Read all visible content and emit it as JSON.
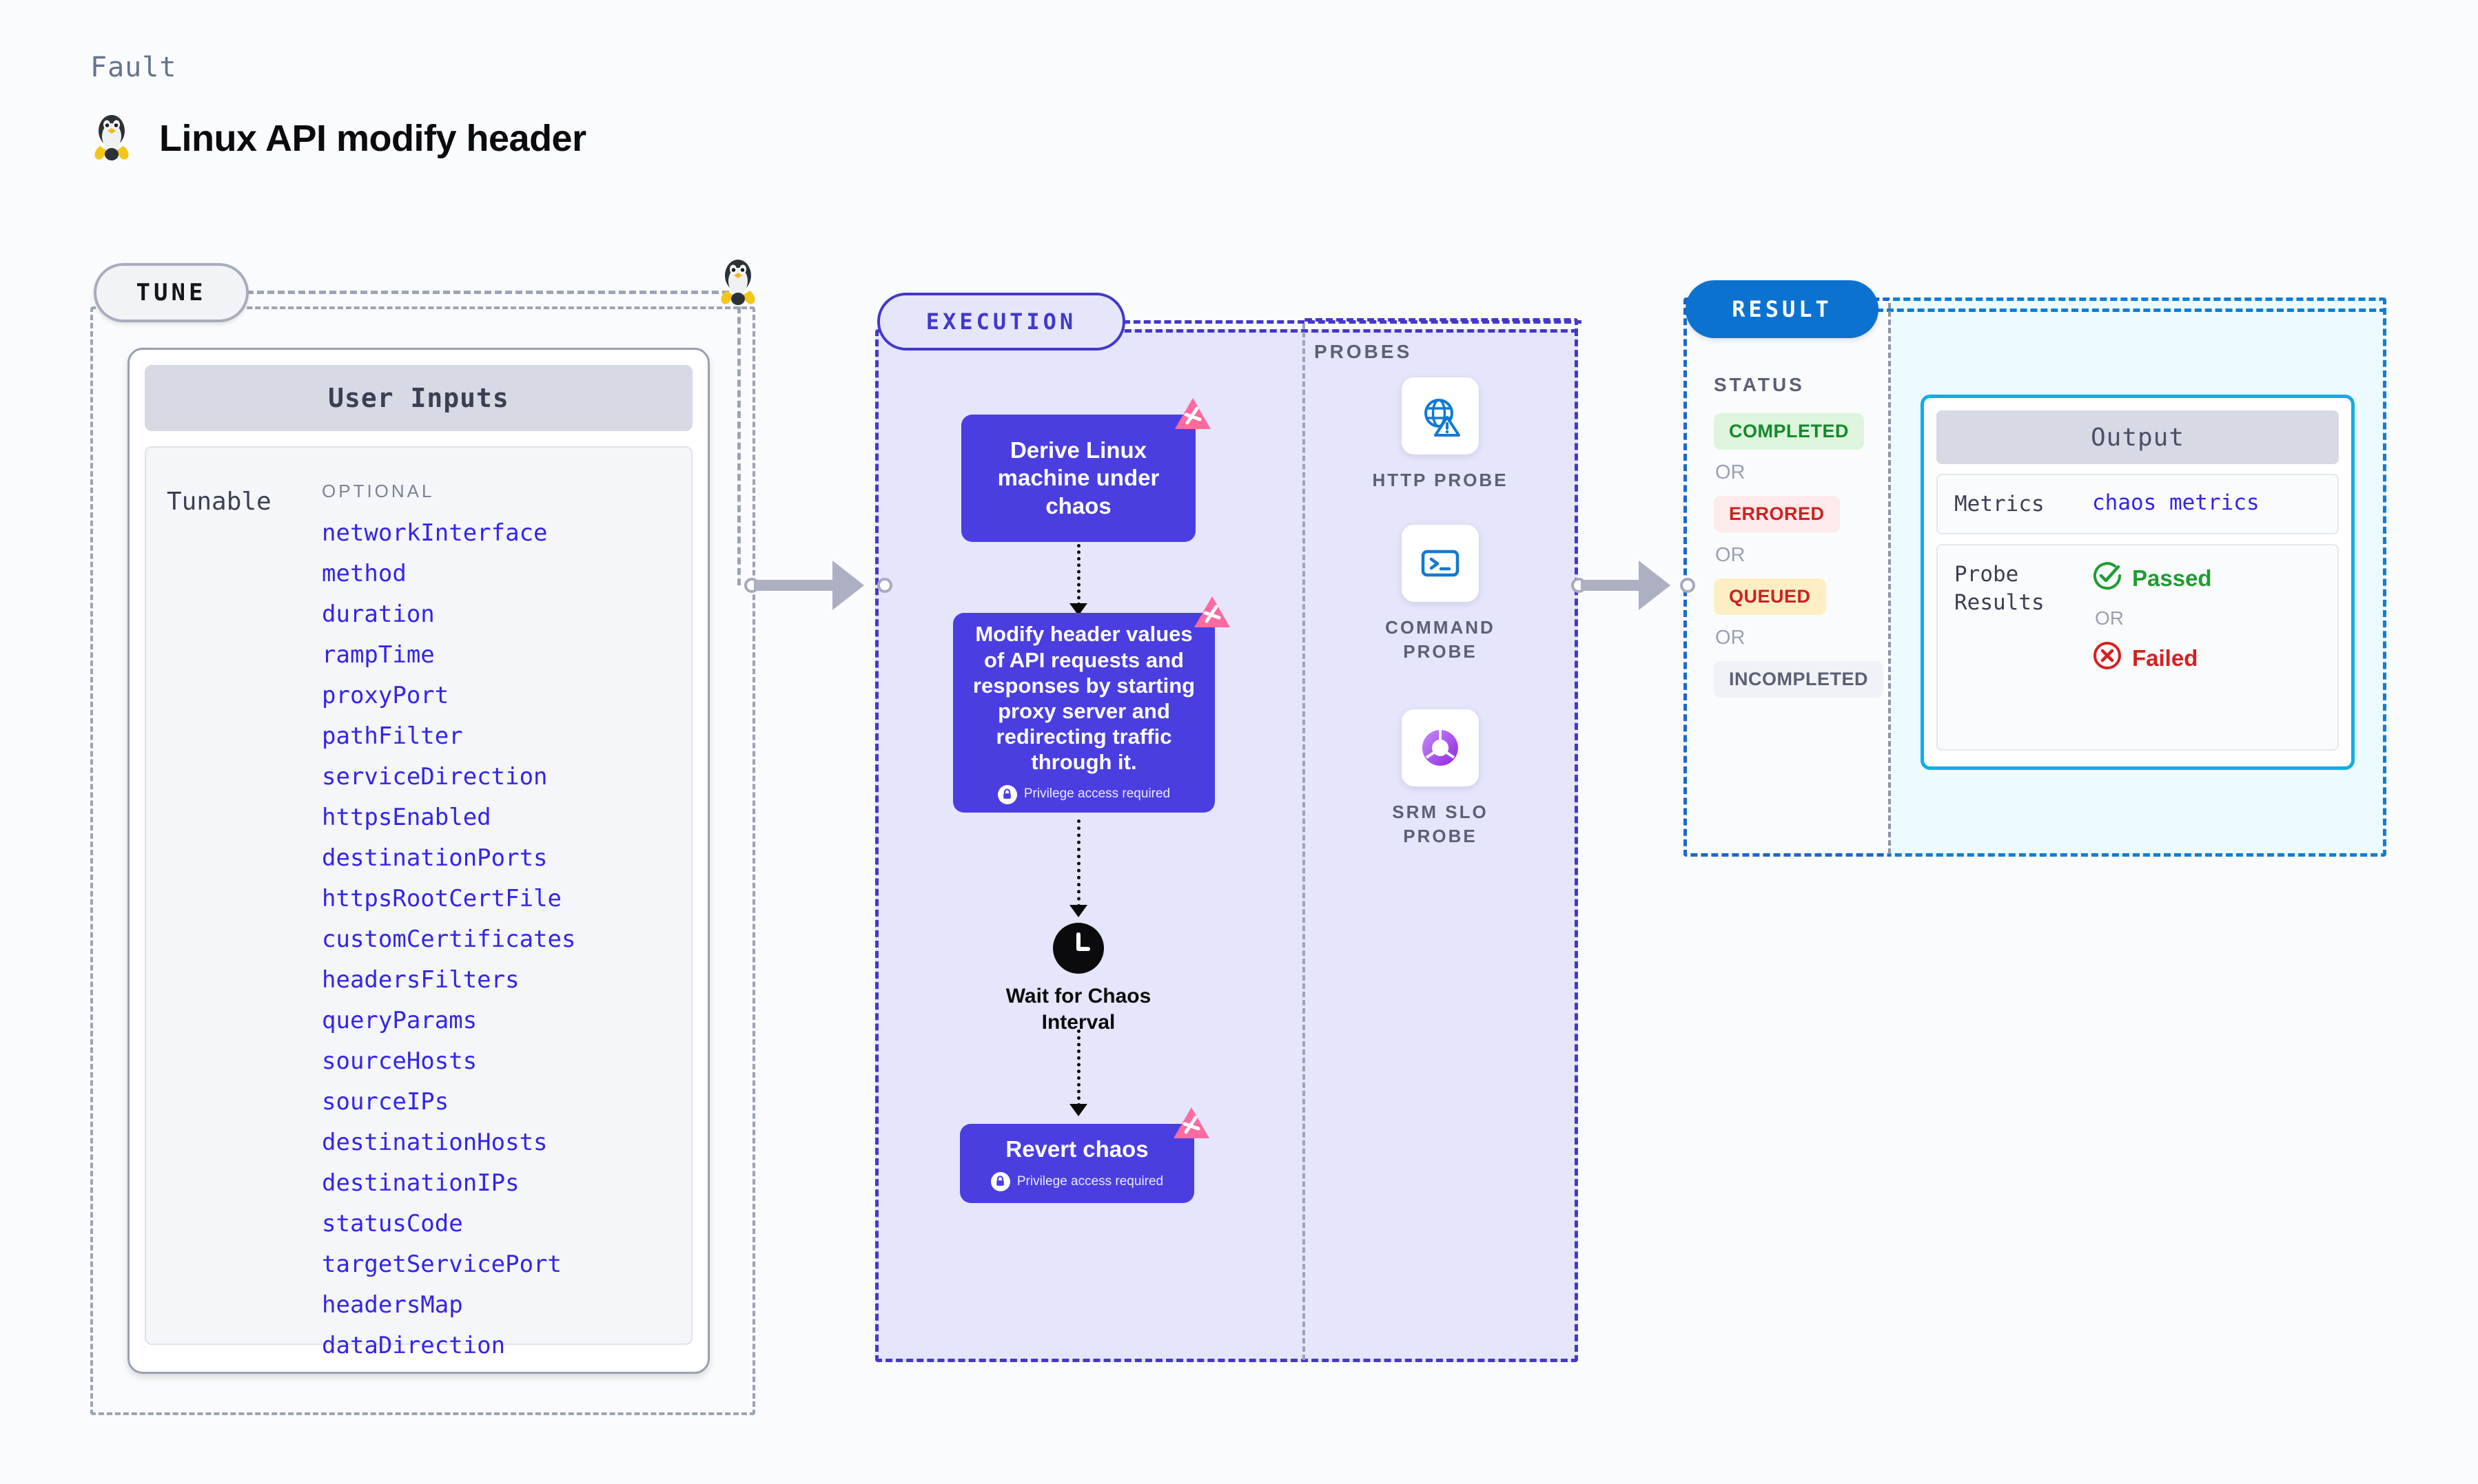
{
  "header": {
    "kicker": "Fault",
    "title": "Linux API modify header",
    "os_icon": "linux-penguin-icon"
  },
  "tune": {
    "pill_label": "TUNE",
    "os_icon": "linux-penguin-icon",
    "card": {
      "header": "User Inputs",
      "group_label": "Tunable",
      "optional_label": "OPTIONAL",
      "params": [
        "networkInterface",
        "method",
        "duration",
        "rampTime",
        "proxyPort",
        "pathFilter",
        "serviceDirection",
        "httpsEnabled",
        "destinationPorts",
        "httpsRootCertFile",
        "customCertificates",
        "headersFilters",
        "queryParams",
        "sourceHosts",
        "sourceIPs",
        "destinationHosts",
        "destinationIPs",
        "statusCode",
        "targetServicePort",
        "headersMap",
        "dataDirection"
      ]
    }
  },
  "execution": {
    "pill_label": "EXECUTION",
    "nodes": [
      {
        "text": "Derive Linux machine under chaos",
        "privilege": null,
        "chaos_badge": true
      },
      {
        "text": "Modify header values of API requests and responses by starting proxy server and redirecting traffic through it.",
        "privilege": "Privilege access required",
        "chaos_badge": true
      },
      {
        "text": "Revert chaos",
        "privilege": "Privilege access required",
        "chaos_badge": true
      }
    ],
    "wait_step": {
      "icon": "clock-icon",
      "label": "Wait for Chaos Interval"
    }
  },
  "probes": {
    "section_label": "PROBES",
    "items": [
      {
        "label": "HTTP PROBE",
        "icon": "globe-alert-icon"
      },
      {
        "label": "COMMAND PROBE",
        "icon": "terminal-icon"
      },
      {
        "label": "SRM SLO PROBE",
        "icon": "donut-check-icon"
      }
    ]
  },
  "result": {
    "pill_label": "RESULT",
    "status_label": "STATUS",
    "or_label": "OR",
    "statuses": [
      {
        "label": "COMPLETED",
        "bg": "#dcf5dc",
        "fg": "#14892c"
      },
      {
        "label": "ERRORED",
        "bg": "#fdeaea",
        "fg": "#cc2121"
      },
      {
        "label": "QUEUED",
        "bg": "#fdeec4",
        "fg": "#cc2121"
      },
      {
        "label": "INCOMPLETED",
        "bg": "#f1f2f7",
        "fg": "#5b6075"
      }
    ],
    "output": {
      "header": "Output",
      "metrics_key": "Metrics",
      "metrics_value": "chaos metrics",
      "probe_results_key": "Probe Results",
      "passed_label": "Passed",
      "failed_label": "Failed",
      "or_label": "OR"
    }
  },
  "colors": {
    "execution_node": "#4a3ee0",
    "execution_accent": "#4338ca",
    "result_accent": "#0c72cf",
    "output_border": "#0eaee5",
    "param_text": "#3524e8",
    "chaos_badge": "#fb6aa0"
  }
}
